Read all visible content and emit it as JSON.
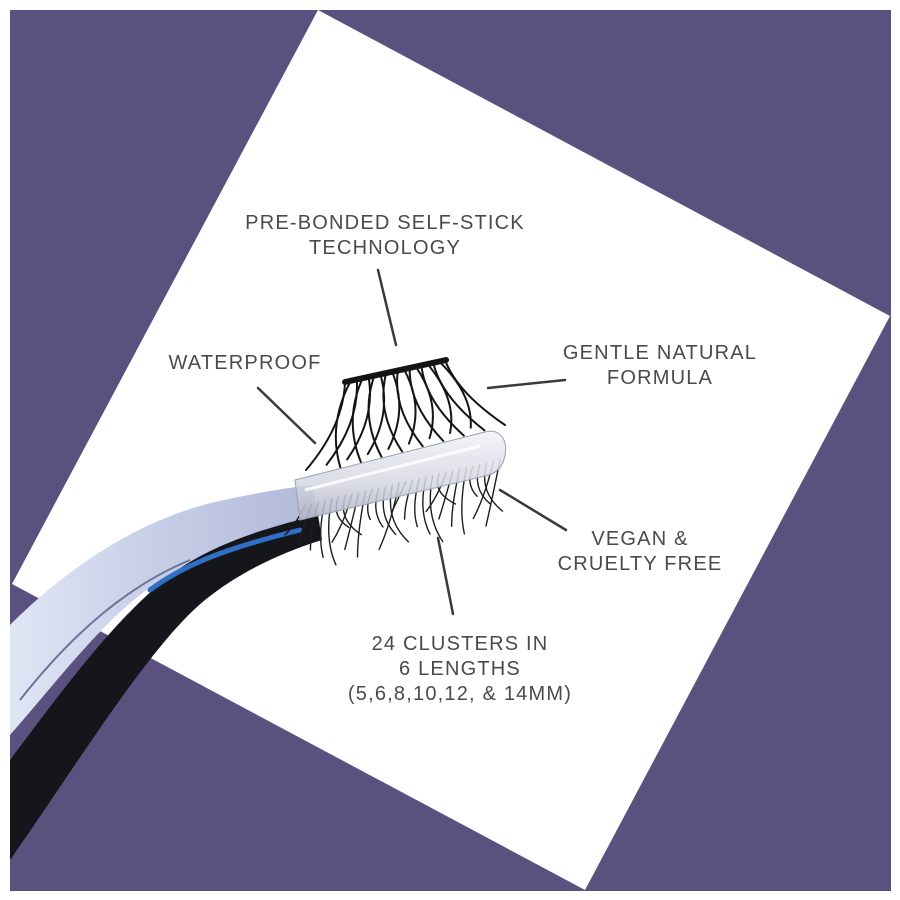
{
  "colors": {
    "background": "#5a517f",
    "card": "#ffffff",
    "text": "#4a4a4a",
    "leader": "#3a3a3a",
    "lash": "#141414",
    "tweezer_dark": "#15151c",
    "tweezer_light": "#c7cfe6",
    "tweezer_accent": "#2f6fc4"
  },
  "features": {
    "prebonded": {
      "line1": "PRE-BONDED SELF-STICK",
      "line2": "TECHNOLOGY"
    },
    "waterproof": {
      "line1": "WATERPROOF"
    },
    "gentle": {
      "line1": "GENTLE NATURAL",
      "line2": "FORMULA"
    },
    "vegan": {
      "line1": "VEGAN &",
      "line2": "CRUELTY FREE"
    },
    "clusters": {
      "line1": "24 CLUSTERS IN",
      "line2": "6 LENGTHS",
      "line3": "(5,6,8,10,12, & 14MM)"
    }
  }
}
